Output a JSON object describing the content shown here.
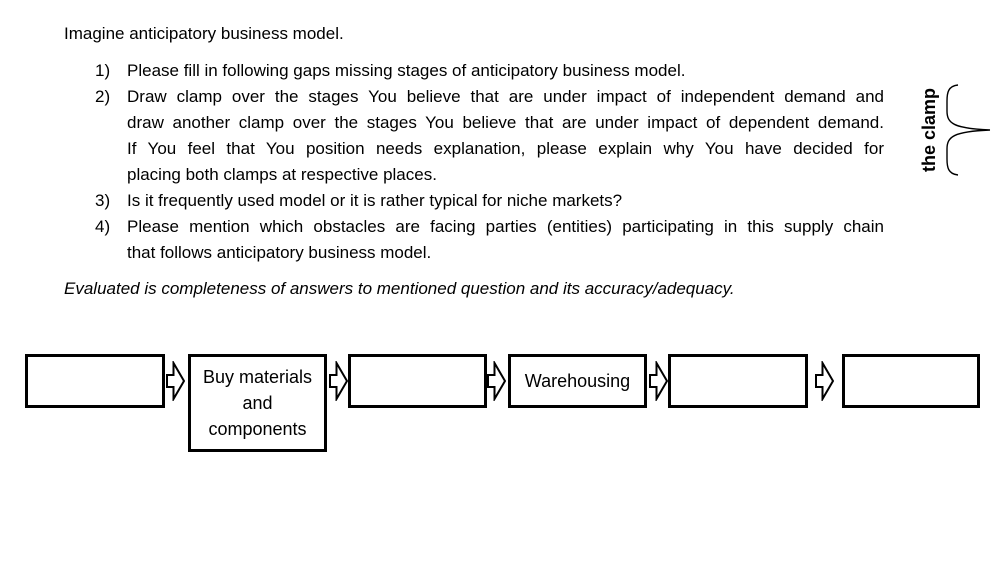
{
  "document": {
    "title": "Imagine anticipatory business model.",
    "questions": [
      {
        "number": "1)",
        "lines": [
          "Please fill in following gaps missing stages of anticipatory business model."
        ]
      },
      {
        "number": "2)",
        "lines": [
          "Draw clamp over the stages You believe that are under impact of independent demand and",
          "draw another clamp over the stages You believe that are under impact of dependent demand.",
          "If You feel that You position needs explanation, please explain why You have decided for",
          "placing both clamps at respective places."
        ]
      },
      {
        "number": "3)",
        "lines": [
          "Is it frequently used model or it is rather typical for niche markets?"
        ]
      },
      {
        "number": "4)",
        "lines": [
          "Please mention which obstacles are facing parties (entities) participating in this supply chain",
          "that follows anticipatory business model."
        ]
      }
    ],
    "note": "Evaluated is completeness of answers to mentioned question and its accuracy/adequacy.",
    "clamp": {
      "label": "the clamp"
    },
    "flowchart": {
      "boxes": [
        {
          "label": ""
        },
        {
          "label": "Buy materials\nand\ncomponents"
        },
        {
          "label": ""
        },
        {
          "label": "Warehousing"
        },
        {
          "label": ""
        },
        {
          "label": ""
        }
      ]
    }
  },
  "colors": {
    "text": "#000000",
    "background": "#ffffff",
    "line": "#000000"
  }
}
